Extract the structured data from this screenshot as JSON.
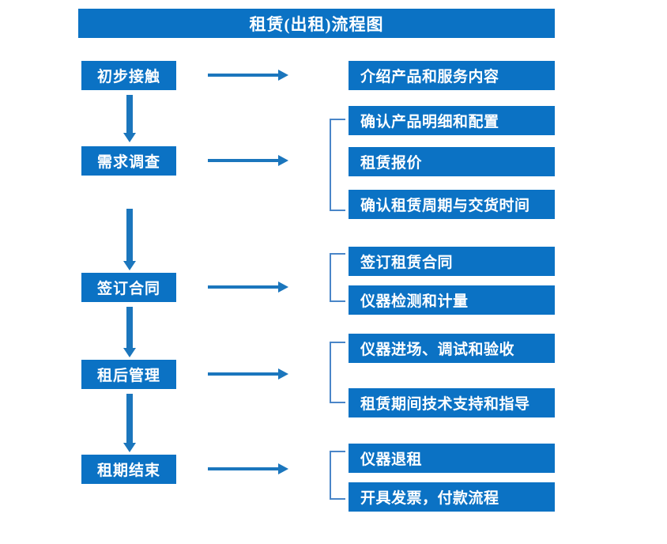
{
  "title": "租赁(出租)流程图",
  "stages": [
    {
      "id": "initial-contact",
      "label": "初步接触",
      "details": [
        "介绍产品和服务内容"
      ]
    },
    {
      "id": "needs-survey",
      "label": "需求调查",
      "details": [
        "确认产品明细和配置",
        "租赁报价",
        "确认租赁周期与交货时间"
      ]
    },
    {
      "id": "sign-contract",
      "label": "签订合同",
      "details": [
        "签订租赁合同",
        "仪器检测和计量"
      ]
    },
    {
      "id": "post-rental-management",
      "label": "租后管理",
      "details": [
        "仪器进场、调试和验收",
        "租赁期间技术支持和指导"
      ]
    },
    {
      "id": "rental-end",
      "label": "租期结束",
      "details": [
        "仪器退租",
        "开具发票，付款流程"
      ]
    }
  ],
  "detail_boxes": [
    "介绍产品和服务内容",
    "确认产品明细和配置",
    "租赁报价",
    "确认租赁周期与交货时间",
    "签订租赁合同",
    "仪器检测和计量",
    "仪器进场、调试和验收",
    "租赁期间技术支持和指导",
    "仪器退租",
    "开具发票，付款流程"
  ],
  "colors": {
    "box_fill": "#0b72c4",
    "box_text": "#ffffff",
    "arrow": "#1b76bd",
    "bracket": "#4a86c8",
    "background": "#ffffff"
  }
}
